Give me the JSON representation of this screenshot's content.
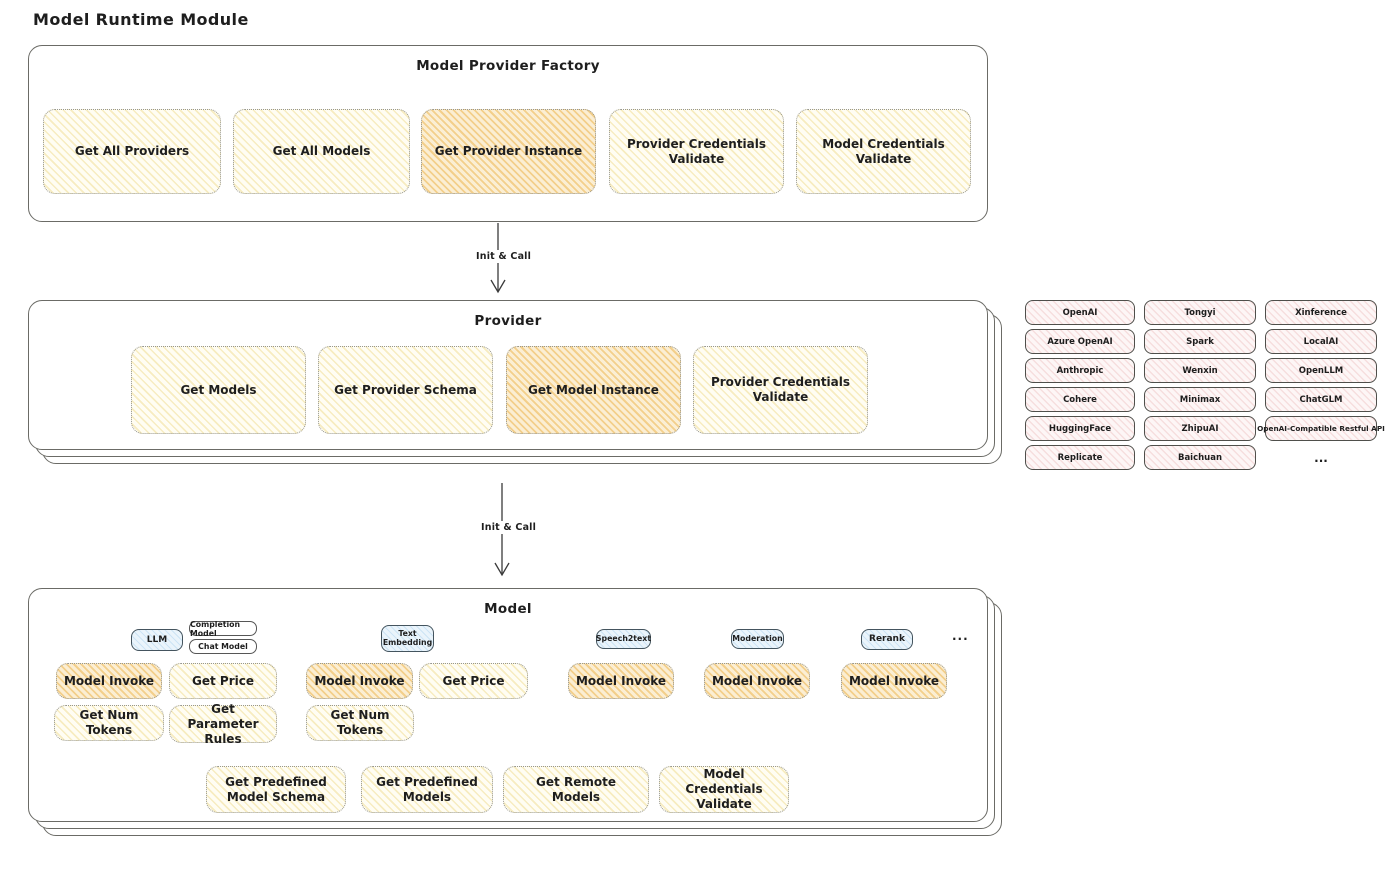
{
  "title": "Model Runtime Module",
  "factory": {
    "title": "Model Provider Factory",
    "buttons": [
      {
        "label": "Get All Providers",
        "highlight": false
      },
      {
        "label": "Get All Models",
        "highlight": false
      },
      {
        "label": "Get Provider Instance",
        "highlight": true
      },
      {
        "label": "Provider Credentials Validate",
        "highlight": false
      },
      {
        "label": "Model Credentials Validate",
        "highlight": false
      }
    ]
  },
  "arrow1": {
    "label": "Init & Call"
  },
  "arrow2": {
    "label": "Init & Call"
  },
  "provider": {
    "title": "Provider",
    "buttons": [
      {
        "label": "Get Models",
        "highlight": false
      },
      {
        "label": "Get Provider Schema",
        "highlight": false
      },
      {
        "label": "Get Model Instance",
        "highlight": true
      },
      {
        "label": "Provider Credentials Validate",
        "highlight": false
      }
    ]
  },
  "providers": {
    "items": [
      "OpenAI",
      "Tongyi",
      "Xinference",
      "Azure OpenAI",
      "Spark",
      "LocalAI",
      "Anthropic",
      "Wenxin",
      "OpenLLM",
      "Cohere",
      "Minimax",
      "ChatGLM",
      "HuggingFace",
      "ZhipuAI",
      "OpenAI-Compatible Restful API",
      "Replicate",
      "Baichuan",
      "..."
    ]
  },
  "model": {
    "title": "Model",
    "tags": {
      "llm": "LLM",
      "completion": "Completion Model",
      "chat": "Chat Model",
      "text_embedding": "Text Embedding",
      "speech2text": "Speech2text",
      "moderation": "Moderation",
      "rerank": "Rerank",
      "more": "..."
    },
    "functions": {
      "model_invoke": "Model Invoke",
      "get_price": "Get Price",
      "get_num_tokens": "Get Num Tokens",
      "get_parameter_rules": "Get Parameter Rules",
      "get_predefined_model_schema": "Get Predefined Model Schema",
      "get_predefined_models": "Get Predefined Models",
      "get_remote_models": "Get Remote Models",
      "model_credentials_validate": "Model Credentials Validate"
    }
  },
  "colors": {
    "yellow_fill": "#fffdf3",
    "yellow_hatch": "#f7ecc0",
    "orange_fill": "#fbeed3",
    "orange_hatch": "#f3cf8b",
    "pink_fill": "#fdf6f6",
    "pink_hatch": "#f6dede",
    "blue_fill": "#eaf4fb",
    "blue_hatch": "#cde4f5",
    "stroke": "#6b6b66",
    "text": "#1e1e1e"
  }
}
